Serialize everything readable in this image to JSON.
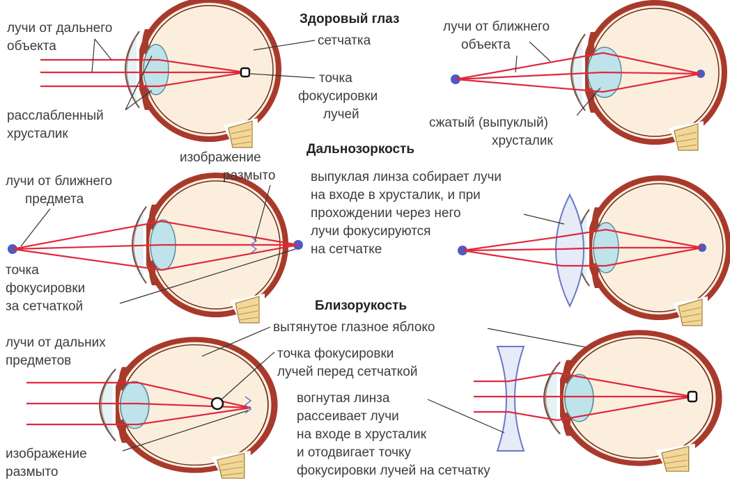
{
  "colors": {
    "ray": "#e0283c",
    "sclera": "#a83a2c",
    "eye_fill": "#fbeedd",
    "lens_fill": "#bfe3ea",
    "corrective_lens": "#6c78c4",
    "source_dot": "#4a5cc6",
    "optic_nerve": "#f3d79a",
    "text": "#3c3c3c"
  },
  "sections": {
    "healthy": {
      "title": "Здоровый глаз",
      "far_rays": [
        "лучи от дальнего",
        "объекта"
      ],
      "retina": "сетчатка",
      "focus_point": [
        "точка",
        "фокусировки",
        "лучей"
      ],
      "relaxed_lens": [
        "расслабленный",
        "хрусталик"
      ],
      "near_rays": [
        "лучи от ближнего",
        "объекта"
      ],
      "compressed_lens": [
        "сжатый (выпуклый)",
        "хрусталик"
      ]
    },
    "hyperopia": {
      "title": "Дальнозоркость",
      "blurred_image": [
        "изображение",
        "размыто"
      ],
      "near_object_rays": [
        "лучи от ближнего",
        "предмета"
      ],
      "focus_behind_retina": [
        "точка",
        "фокусировки",
        "за сетчаткой"
      ],
      "convex_lens_note": [
        "выпуклая линза собирает лучи",
        "на входе в хрусталик, и при",
        "прохождении через него",
        "лучи фокусируются",
        "на сетчатке"
      ]
    },
    "myopia": {
      "title": "Близорукость",
      "elongated_eyeball": "вытянутое глазное яблоко",
      "far_objects_rays": [
        "лучи от дальних",
        "предметов"
      ],
      "focus_in_front": [
        "точка фокусировки",
        "лучей перед сетчаткой"
      ],
      "concave_lens_note": [
        "вогнутая линза",
        "рассеивает лучи",
        "на входе в хрусталик",
        "и отодвигает точку",
        "фокусировки лучей на сетчатку"
      ],
      "blurred_image": [
        "изображение",
        "размыто"
      ]
    }
  }
}
